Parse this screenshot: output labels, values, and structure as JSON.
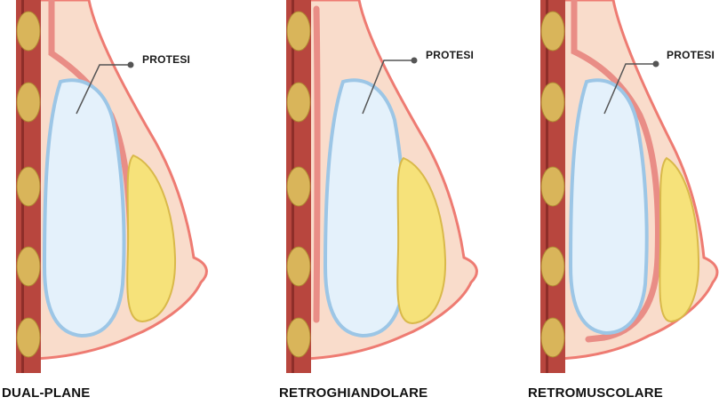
{
  "callout_label": "PROTESI",
  "panels": [
    {
      "caption": "DUAL-PLANE"
    },
    {
      "caption": "RETROGHIANDOLARE"
    },
    {
      "caption": "RETROMUSCOLARE"
    }
  ],
  "colors": {
    "skin": "#f9dccb",
    "skin_outline": "#ee7b72",
    "muscle": "#e98d86",
    "rib_band": "#b8463e",
    "rib": "#d9b55a",
    "implant": "#e4f1fb",
    "implant_outline": "#9cc6e6",
    "gland": "#f6e27a",
    "gland_outline": "#d9b94a",
    "leader": "#555555"
  }
}
